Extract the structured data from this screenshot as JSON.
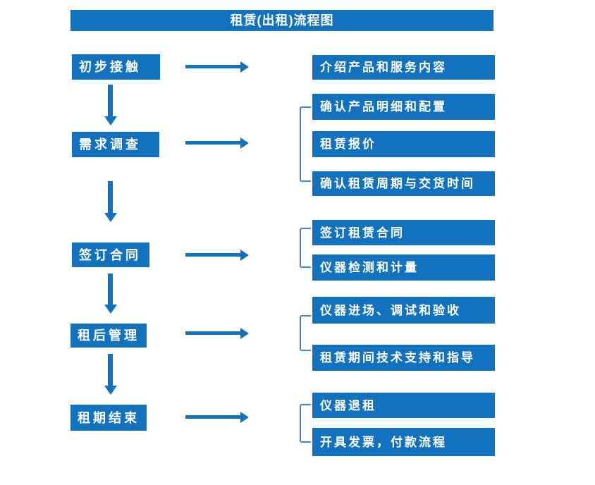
{
  "title": "租赁(出租)流程图",
  "colors": {
    "primary_blue": "#1272BE",
    "bracket_blue": "#4A82C0",
    "text_white": "#FFFFFF",
    "background": "#FFFFFF"
  },
  "steps": [
    {
      "label": "初步接触",
      "outputs": [
        "介绍产品和服务内容"
      ]
    },
    {
      "label": "需求调查",
      "outputs": [
        "确认产品明细和配置",
        "租赁报价",
        "确认租赁周期与交货时间"
      ]
    },
    {
      "label": "签订合同",
      "outputs": [
        "签订租赁合同",
        "仪器检测和计量"
      ]
    },
    {
      "label": "租后管理",
      "outputs": [
        "仪器进场、调试和验收",
        "租赁期间技术支持和指导"
      ]
    },
    {
      "label": "租期结束",
      "outputs": [
        "仪器退租",
        "开具发票，付款流程"
      ]
    }
  ]
}
